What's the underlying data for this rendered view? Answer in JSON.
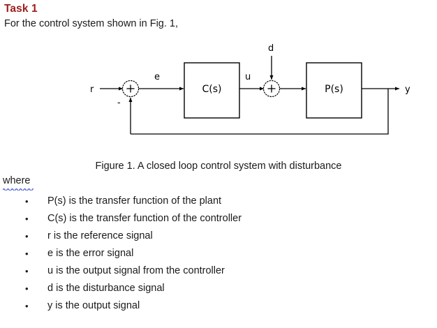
{
  "document": {
    "task_title": "Task 1",
    "intro_text": "For the control system shown in Fig. 1,",
    "figure_caption": "Figure 1. A closed loop control system with disturbance",
    "where_label": "where",
    "title_color": "#9c1c1c",
    "body_color": "#1a1a1a",
    "spellcheck_underline_color": "#2a3fcc"
  },
  "diagram": {
    "name": "closed-loop-control-block-diagram",
    "blocks": [
      {
        "id": "controller",
        "label": "C(s)"
      },
      {
        "id": "plant",
        "label": "P(s)"
      }
    ],
    "summing_junctions": [
      {
        "id": "error-sum",
        "symbol": "+",
        "negative_sign": "-"
      },
      {
        "id": "disturbance-sum",
        "symbol": "+"
      }
    ],
    "signals": [
      {
        "id": "reference",
        "label": "r"
      },
      {
        "id": "error",
        "label": "e"
      },
      {
        "id": "control",
        "label": "u"
      },
      {
        "id": "disturbance",
        "label": "d"
      },
      {
        "id": "output",
        "label": "y"
      }
    ]
  },
  "definitions": {
    "bullet_glyph": "•",
    "items": [
      "P(s) is the transfer function of the plant",
      "C(s) is the transfer function of the controller",
      "r is the reference signal",
      "e is the error signal",
      "u is the output signal from the controller",
      "d is the disturbance signal",
      "y is the output signal"
    ]
  }
}
